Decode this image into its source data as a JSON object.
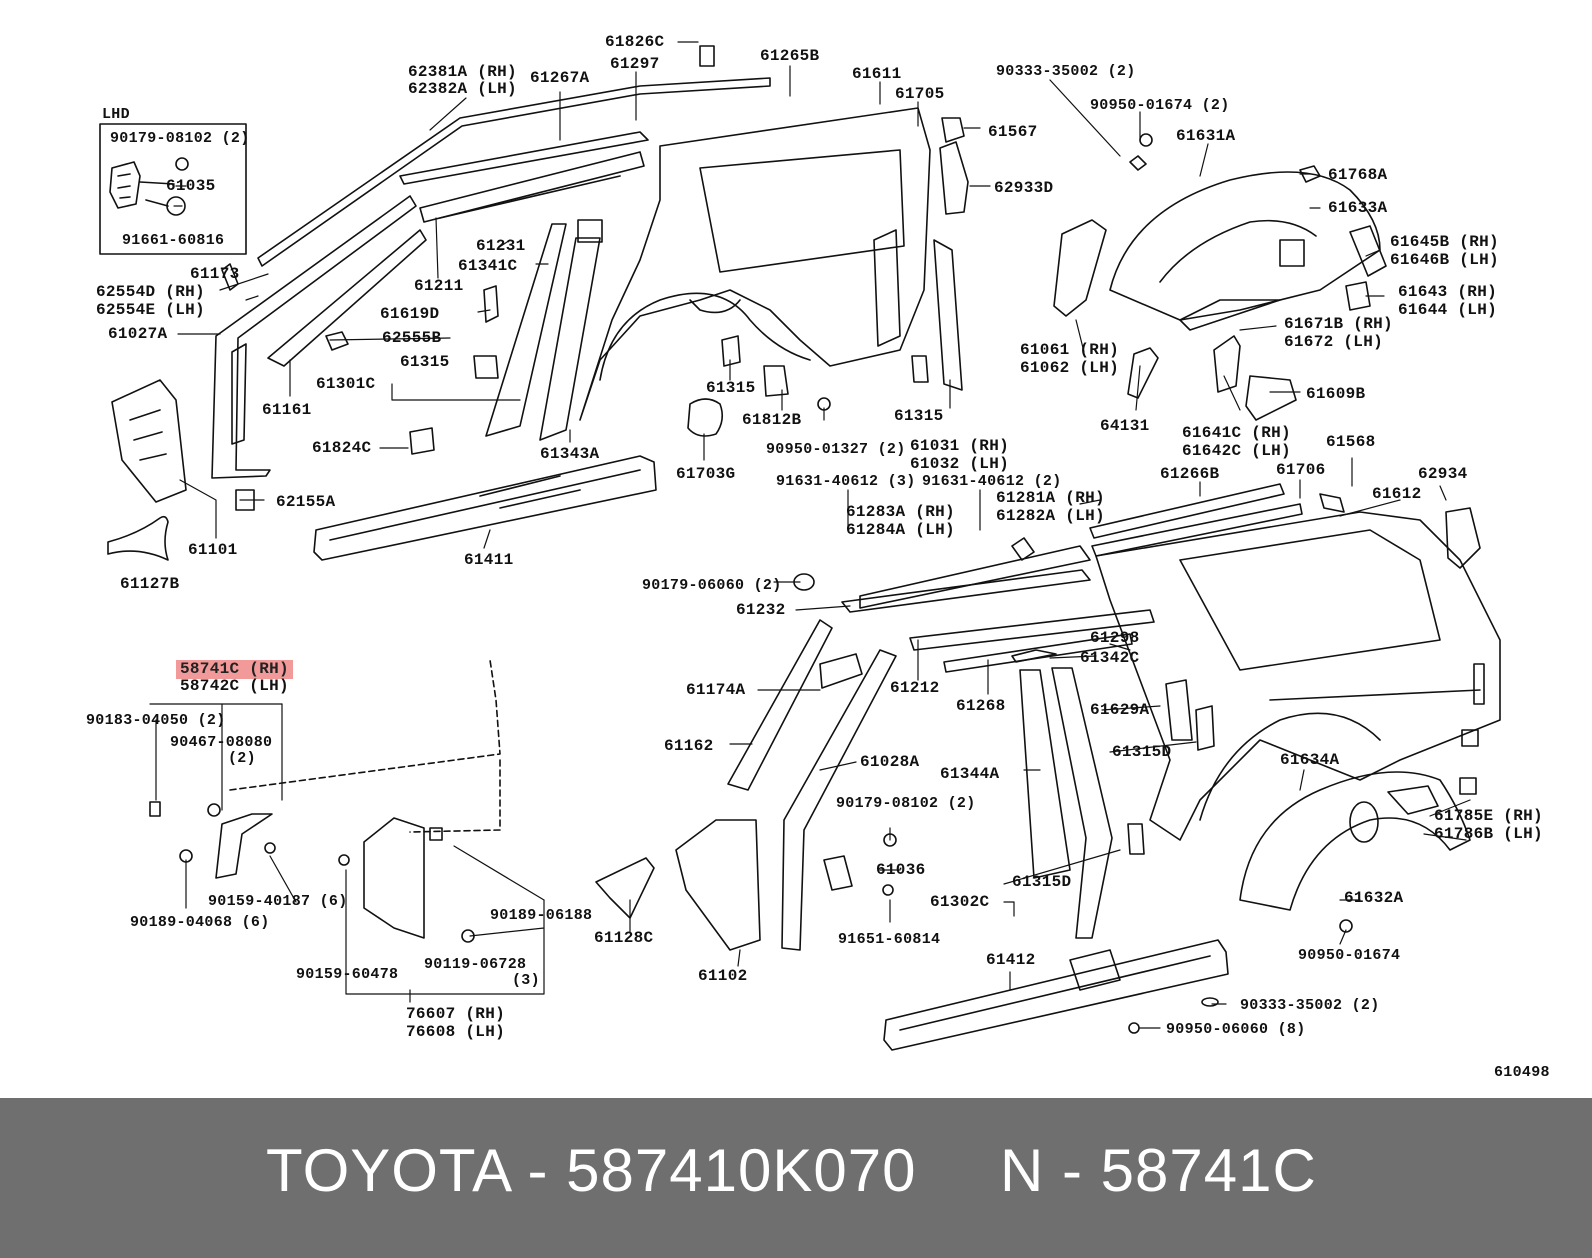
{
  "diagram": {
    "lhd_label": "LHD",
    "drawing_number": "610498",
    "highlight_color": "#ee7878",
    "labels": [
      "61826C",
      "61297",
      "61265B",
      "62381A (RH)",
      "62382A (LH)",
      "61267A",
      "61611",
      "61705",
      "61567",
      "62933D",
      "90333-35002 (2)",
      "90950-01674 (2)",
      "61631A",
      "61768A",
      "61633A",
      "61645B (RH)",
      "61646B (LH)",
      "61643 (RH)",
      "61644 (LH)",
      "61671B (RH)",
      "61672 (LH)",
      "61609B",
      "61061 (RH)",
      "61062 (LH)",
      "64131",
      "61641C (RH)",
      "61642C (LH)",
      "61568",
      "90179-08102 (2)",
      "61035",
      "91661-60816",
      "61173",
      "62554D (RH)",
      "62554E (LH)",
      "61027A",
      "61211",
      "61231",
      "61341C",
      "61619D",
      "62555B",
      "61315",
      "61301C",
      "61161",
      "61824C",
      "61343A",
      "61315",
      "61812B",
      "90950-01327 (2)",
      "61315",
      "61031 (RH)",
      "61032 (LH)",
      "61703G",
      "62155A",
      "61101",
      "61411",
      "61127B",
      "91631-40612 (3)",
      "91631-40612 (2)",
      "61283A (RH)",
      "61284A (LH)",
      "61281A (RH)",
      "61282A (LH)",
      "61266B",
      "61706",
      "62934",
      "61612",
      "90179-06060 (2)",
      "61232",
      "61298",
      "61342C",
      "61212",
      "61268",
      "61629A",
      "61315D",
      "61174A",
      "61162",
      "61028A",
      "61344A",
      "61634A",
      "61785E (RH)",
      "61786B (LH)",
      "90179-08102 (2)",
      "61036",
      "61302C",
      "61315D",
      "61632A",
      "91651-60814",
      "90950-01674",
      "61102",
      "61128C",
      "61412",
      "90333-35002 (2)",
      "90950-06060 (8)",
      "58742C (LH)",
      "90183-04050 (2)",
      "90467-08080",
      "(2)",
      "90159-40187 (6)",
      "90189-04068 (6)",
      "90189-06188",
      "90159-60478",
      "90119-06728",
      "(3)",
      "76607 (RH)",
      "76608 (LH)"
    ],
    "highlighted_label": "58741C (RH)"
  },
  "footer": {
    "part_text": "TOYOTA - 587410K070",
    "ref_text": "N - 58741C",
    "background": "#6f6f6f"
  }
}
